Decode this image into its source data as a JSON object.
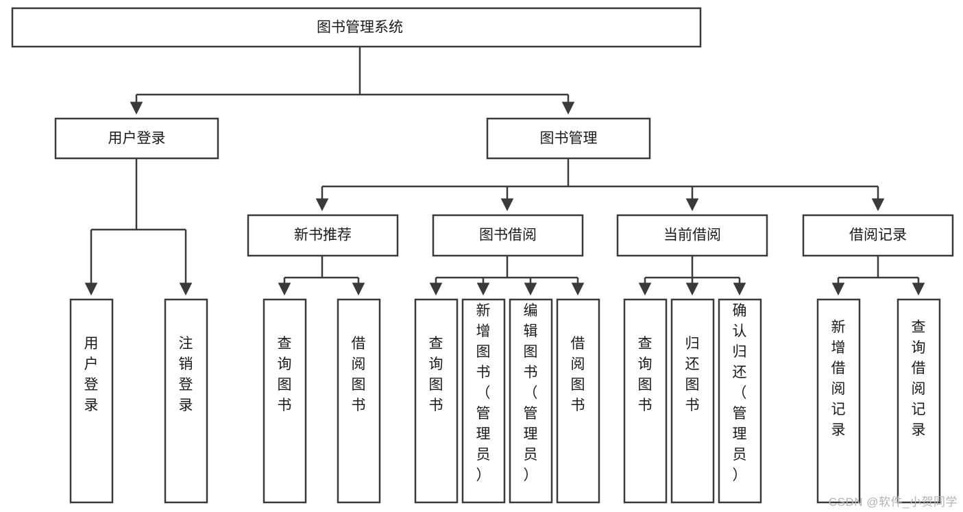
{
  "diagram": {
    "type": "tree-hierarchy",
    "title": "图书管理系统",
    "watermark": "CSDN @软件_小贺同学",
    "colors": {
      "box_stroke": "#3a3a3a",
      "box_fill": "#ffffff",
      "text": "#1a1a1a",
      "watermark": "#b3b3b3"
    },
    "levels": {
      "root": {
        "label": "图书管理系统"
      },
      "level2": [
        {
          "id": "user-login",
          "label": "用户登录"
        },
        {
          "id": "book-manage",
          "label": "图书管理"
        }
      ],
      "level3": [
        {
          "id": "new-book-recommend",
          "label": "新书推荐",
          "parent": "book-manage"
        },
        {
          "id": "book-borrow",
          "label": "图书借阅",
          "parent": "book-manage"
        },
        {
          "id": "current-borrow",
          "label": "当前借阅",
          "parent": "book-manage"
        },
        {
          "id": "borrow-record",
          "label": "借阅记录",
          "parent": "book-manage"
        }
      ],
      "leaves": [
        {
          "id": "leaf-user-login",
          "label": "用户登录",
          "parent": "user-login"
        },
        {
          "id": "leaf-logout",
          "label": "注销登录",
          "parent": "user-login"
        },
        {
          "id": "leaf-query-book-1",
          "label": "查询图书",
          "parent": "new-book-recommend"
        },
        {
          "id": "leaf-borrow-book-1",
          "label": "借阅图书",
          "parent": "new-book-recommend"
        },
        {
          "id": "leaf-query-book-2",
          "label": "查询图书",
          "parent": "book-borrow"
        },
        {
          "id": "leaf-add-book",
          "label": "新增图书（管理员）",
          "parent": "book-borrow"
        },
        {
          "id": "leaf-edit-book",
          "label": "编辑图书（管理员）",
          "parent": "book-borrow"
        },
        {
          "id": "leaf-borrow-book-2",
          "label": "借阅图书",
          "parent": "book-borrow"
        },
        {
          "id": "leaf-query-book-3",
          "label": "查询图书",
          "parent": "current-borrow"
        },
        {
          "id": "leaf-return-book",
          "label": "归还图书",
          "parent": "current-borrow"
        },
        {
          "id": "leaf-confirm-return",
          "label": "确认归还（管理员）",
          "parent": "current-borrow"
        },
        {
          "id": "leaf-add-record",
          "label": "新增借阅记录",
          "parent": "borrow-record"
        },
        {
          "id": "leaf-query-record",
          "label": "查询借阅记录",
          "parent": "borrow-record"
        }
      ]
    }
  }
}
